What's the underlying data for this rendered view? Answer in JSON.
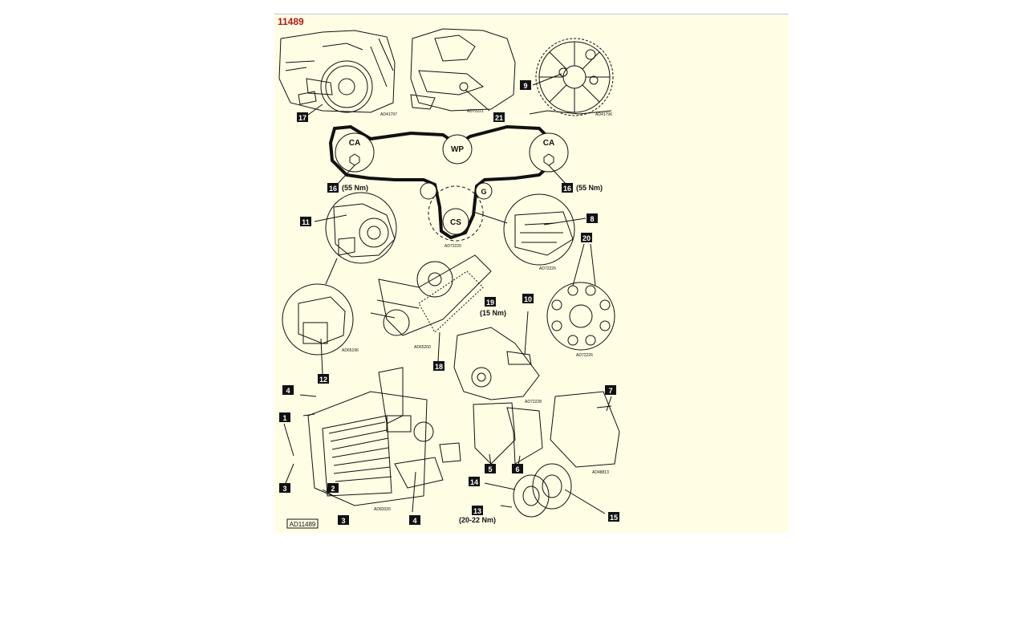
{
  "document": {
    "id": "11489",
    "reference": "AD11489"
  },
  "pulleys": {
    "ca_left": "CA",
    "ca_right": "CA",
    "wp": "WP",
    "cs": "CS",
    "g": "G"
  },
  "callouts": {
    "c1": "1",
    "c2": "2",
    "c3a": "3",
    "c3b": "3",
    "c4a": "4",
    "c4b": "4",
    "c5": "5",
    "c6": "6",
    "c7": "7",
    "c8": "8",
    "c9": "9",
    "c10": "10",
    "c11": "11",
    "c12": "12",
    "c13": "13",
    "c14": "14",
    "c15": "15",
    "c16a": "16",
    "c16b": "16",
    "c17": "17",
    "c18": "18",
    "c19": "19",
    "c20": "20",
    "c21": "21"
  },
  "torques": {
    "t16a": "(55 Nm)",
    "t16b": "(55 Nm)",
    "t19": "(15 Nm)",
    "t13": "(20-22 Nm)"
  },
  "sub_refs": {
    "r_tl": "AD41797",
    "r_tm": "AD72221",
    "r_tr": "AD41796",
    "r_belt": "AD72220",
    "r_8": "AD72226",
    "r_12": "AD65196",
    "r_18": "AD65200",
    "r_20": "AD72226",
    "r_10": "AD72228",
    "r_7": "AD48813",
    "r_rad": "AD82026"
  },
  "colors": {
    "background": "#fffde4",
    "id_red": "#b01818",
    "ink": "#111111"
  }
}
